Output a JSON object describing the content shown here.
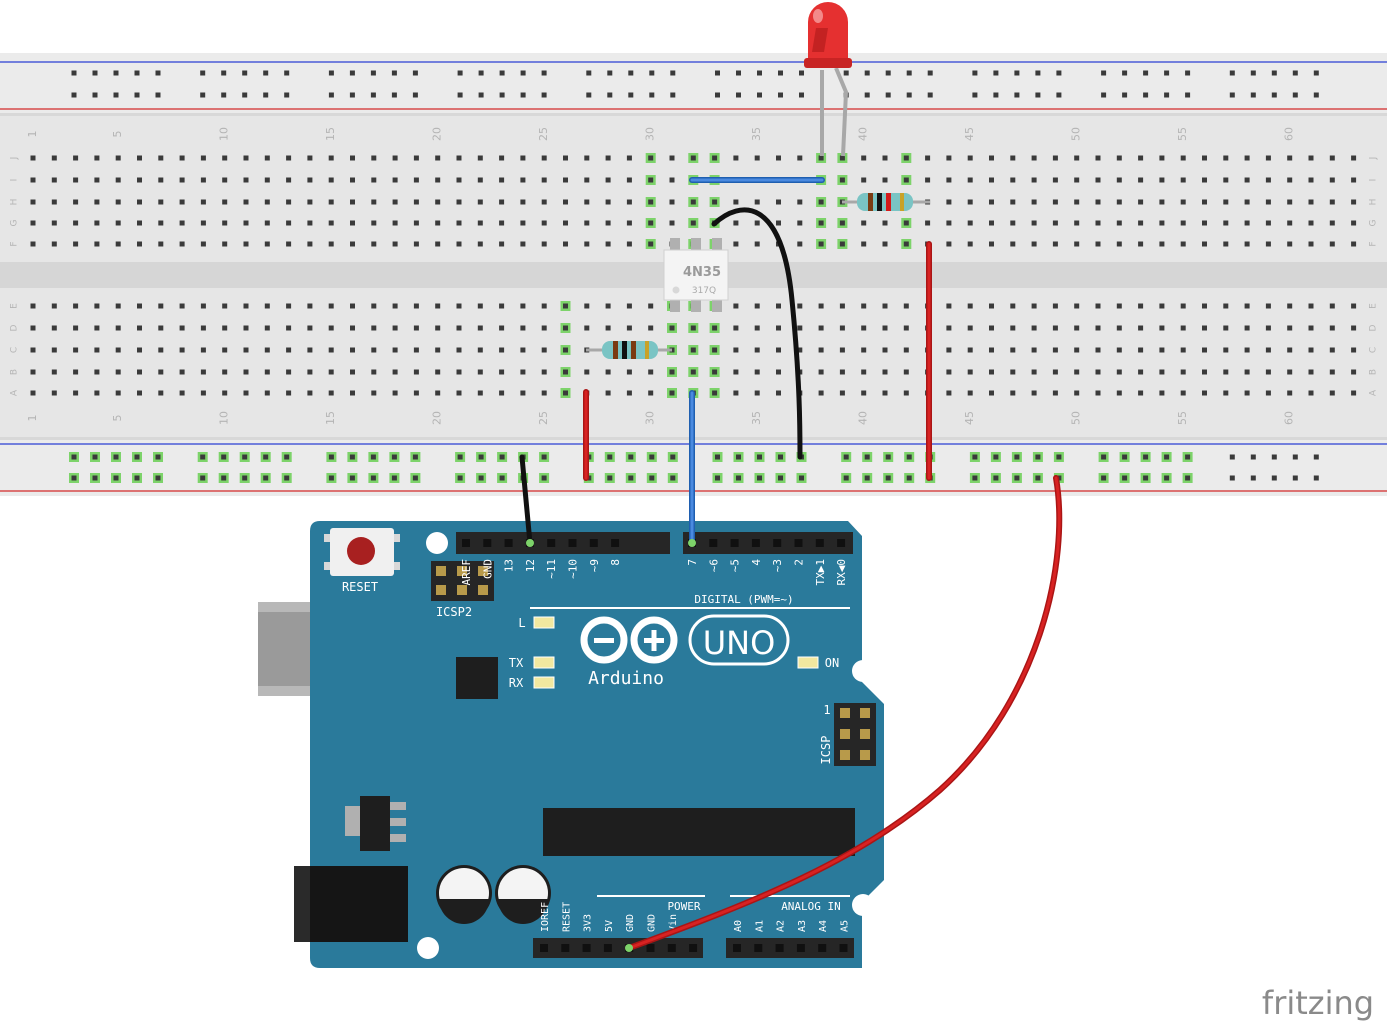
{
  "breadboard": {
    "row_letters_top": [
      "J",
      "I",
      "H",
      "G",
      "F"
    ],
    "row_letters_bottom": [
      "E",
      "D",
      "C",
      "B",
      "A"
    ],
    "column_numbers": [
      "1",
      "5",
      "10",
      "15",
      "20",
      "25",
      "30",
      "35",
      "40",
      "45",
      "50",
      "55",
      "60"
    ]
  },
  "optocoupler": {
    "name": "4N35",
    "code": "317Q"
  },
  "arduino": {
    "reset_label": "RESET",
    "icsp2_label": "ICSP2",
    "icsp_label": "ICSP",
    "icsp_pin1_label": "1",
    "led_l_label": "L",
    "led_tx_label": "TX",
    "led_rx_label": "RX",
    "on_label": "ON",
    "brand_name": "Arduino",
    "model_name": "UNO",
    "digital_label": "DIGITAL (PWM=~)",
    "power_label": "POWER",
    "analog_label": "ANALOG IN",
    "header_left_labels": [
      "AREF",
      "GND",
      "13",
      "12",
      "~11",
      "~10",
      "~9",
      "8"
    ],
    "header_right_labels": [
      "7",
      "~6",
      "~5",
      "4",
      "~3",
      "2",
      "TX▶1",
      "RX◀0"
    ],
    "power_pin_labels": [
      "IOREF",
      "RESET",
      "3V3",
      "5V",
      "GND",
      "GND",
      "Vin"
    ],
    "analog_pin_labels": [
      "A0",
      "A1",
      "A2",
      "A3",
      "A4",
      "A5"
    ]
  },
  "watermark": "fritzing",
  "colors": {
    "breadboard": "#e6e6e6",
    "arduino_board": "#2a7a9b",
    "wire_red": "#cc1a1a",
    "wire_blue": "#3a7ad0",
    "wire_black": "#1a1a1a",
    "led_red": "#e53030",
    "connected_hole": "#7dd36a"
  }
}
